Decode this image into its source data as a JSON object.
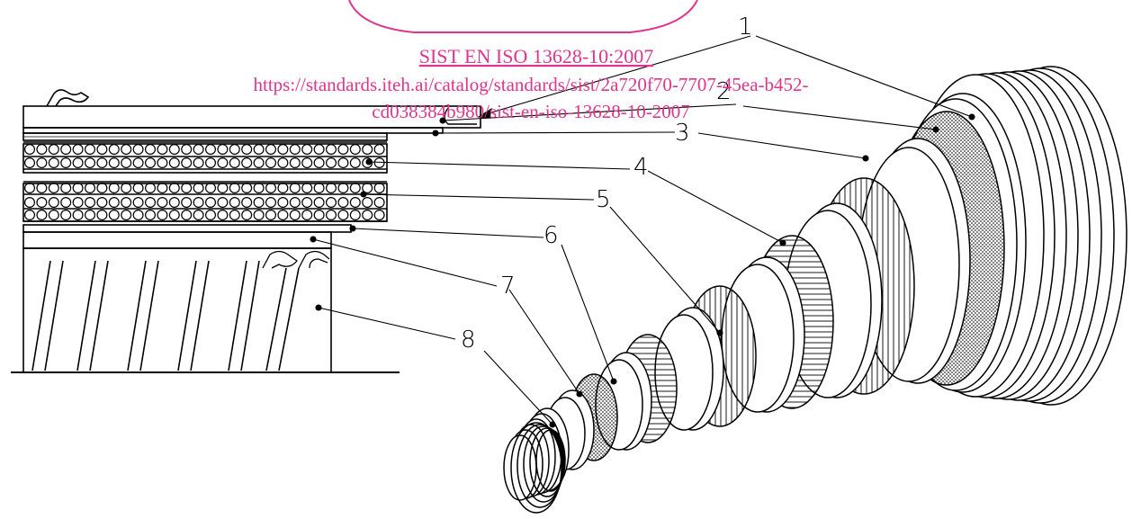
{
  "watermark": {
    "line1": "SIST EN ISO 13628-10:2007",
    "line2": "https://standards.iteh.ai/catalog/standards/sist/2a720f70-7707-45ea-b452-",
    "line3": "cd038384b980/sist-en-iso-13628-10-2007",
    "color": "#e0358c"
  },
  "callouts": [
    {
      "id": "1",
      "label": "1"
    },
    {
      "id": "2",
      "label": "2"
    },
    {
      "id": "3",
      "label": "3"
    },
    {
      "id": "4",
      "label": "4"
    },
    {
      "id": "5",
      "label": "5"
    },
    {
      "id": "6",
      "label": "6"
    },
    {
      "id": "7",
      "label": "7"
    },
    {
      "id": "8",
      "label": "8"
    }
  ]
}
